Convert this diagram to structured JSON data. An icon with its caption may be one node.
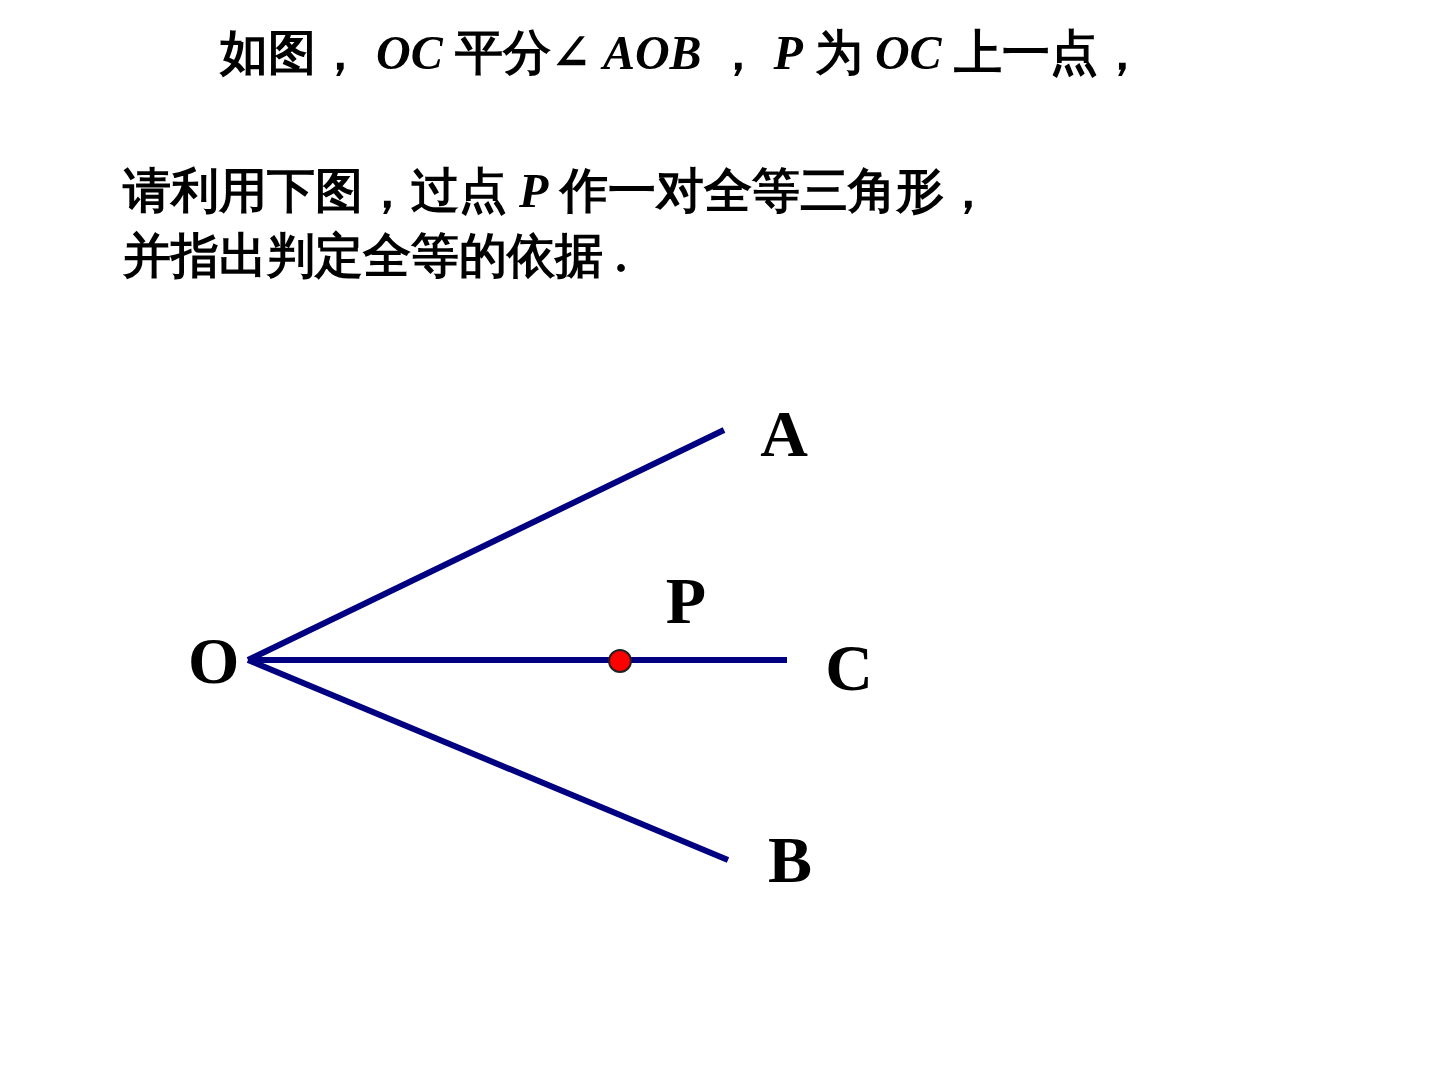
{
  "diagram": {
    "nodes": [
      {
        "text": [
          "O"
        ]
      },
      {
        "text": [
          "A"
        ]
      },
      {
        "text": [
          "P"
        ]
      },
      {
        "text": [
          "C"
        ]
      },
      {
        "text": [
          "B"
        ]
      }
    ],
    "edges": [
      {
        "from": 0,
        "to": 1,
        "arrow": "none"
      },
      {
        "from": 0,
        "to": 3,
        "arrow": "none"
      },
      {
        "from": 0,
        "to": 4,
        "arrow": "none"
      }
    ],
    "labels": [
      "如图， *OC* 平分∠ *AOB* ， *P* 为 *OC* 上一点，",
      "请利用下图，过点 *P* 作一对全等三角形，",
      "并指出判定全等的依据 ."
    ]
  }
}
